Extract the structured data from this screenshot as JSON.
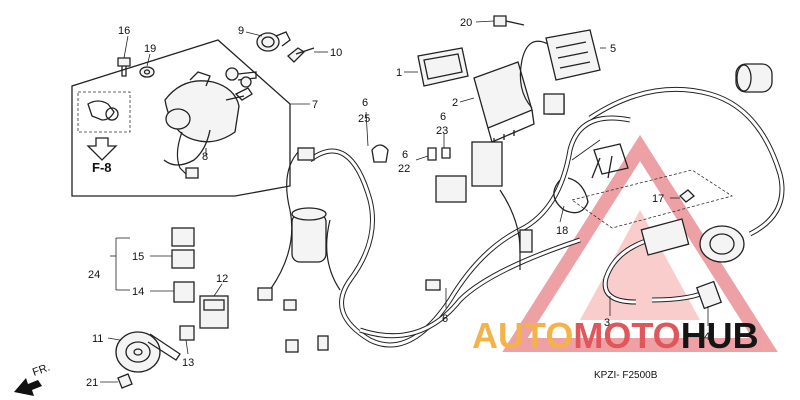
{
  "callouts": [
    {
      "id": "c1",
      "text": "1"
    },
    {
      "id": "c2",
      "text": "2"
    },
    {
      "id": "c3",
      "text": "3"
    },
    {
      "id": "c4",
      "text": "4"
    },
    {
      "id": "c5",
      "text": "5"
    },
    {
      "id": "c6a",
      "text": "6"
    },
    {
      "id": "c6b",
      "text": "6"
    },
    {
      "id": "c6c",
      "text": "6"
    },
    {
      "id": "c6d",
      "text": "6"
    },
    {
      "id": "c7",
      "text": "7"
    },
    {
      "id": "c8",
      "text": "8"
    },
    {
      "id": "c9",
      "text": "9"
    },
    {
      "id": "c10",
      "text": "10"
    },
    {
      "id": "c11",
      "text": "11"
    },
    {
      "id": "c12",
      "text": "12"
    },
    {
      "id": "c13",
      "text": "13"
    },
    {
      "id": "c14",
      "text": "14"
    },
    {
      "id": "c15",
      "text": "15"
    },
    {
      "id": "c16",
      "text": "16"
    },
    {
      "id": "c17",
      "text": "17"
    },
    {
      "id": "c18",
      "text": "18"
    },
    {
      "id": "c19",
      "text": "19"
    },
    {
      "id": "c20",
      "text": "20"
    },
    {
      "id": "c21",
      "text": "21"
    },
    {
      "id": "c22",
      "text": "22"
    },
    {
      "id": "c23",
      "text": "23"
    },
    {
      "id": "c24",
      "text": "24"
    },
    {
      "id": "c25",
      "text": "25"
    }
  ],
  "ref_label": "F-8",
  "front_label": "FR.",
  "diagram_code": "KPZI- F2500B",
  "watermark": {
    "part1": "AUTO",
    "part2": "MOTO",
    "part3": "HUB"
  },
  "colors": {
    "watermark_orange": "#f3b24a",
    "watermark_red": "#e0565a",
    "watermark_dark": "#151515",
    "line": "#222222"
  }
}
